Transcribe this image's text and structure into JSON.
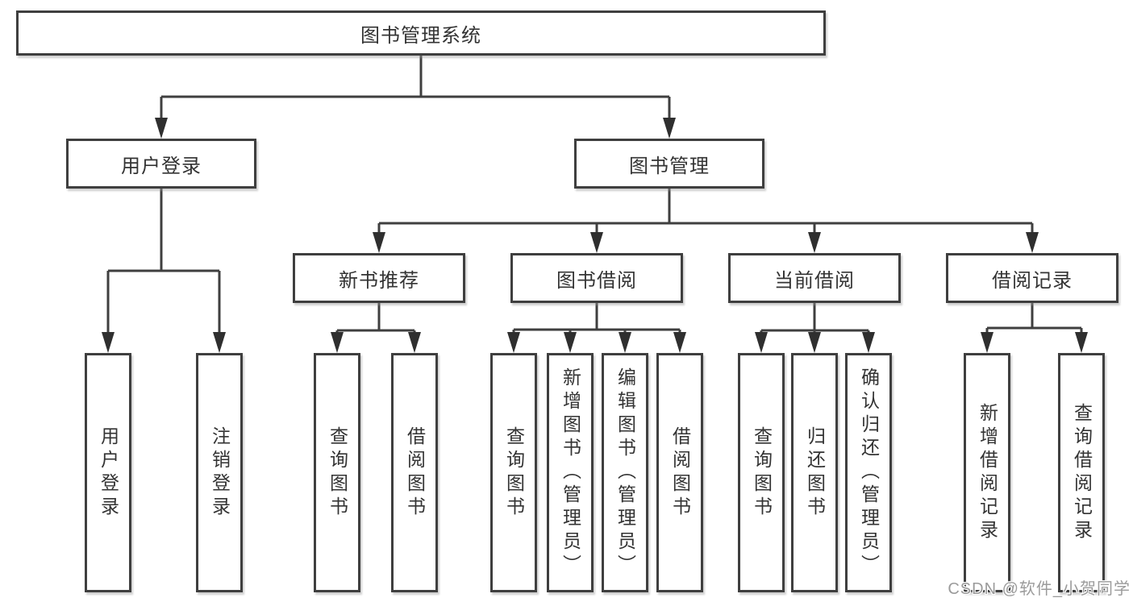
{
  "diagram": {
    "root": {
      "label": "图书管理系统"
    },
    "branches": [
      {
        "label": "用户登录",
        "children": [
          {
            "label": "用户登录"
          },
          {
            "label": "注销登录"
          }
        ]
      },
      {
        "label": "图书管理",
        "sections": [
          {
            "label": "新书推荐",
            "children": [
              {
                "label": "查询图书"
              },
              {
                "label": "借阅图书"
              }
            ]
          },
          {
            "label": "图书借阅",
            "children": [
              {
                "label": "查询图书"
              },
              {
                "label": "新增图书（管理员）"
              },
              {
                "label": "编辑图书（管理员）"
              },
              {
                "label": "借阅图书"
              }
            ]
          },
          {
            "label": "当前借阅",
            "children": [
              {
                "label": "查询图书"
              },
              {
                "label": "归还图书"
              },
              {
                "label": "确认归还（管理员）"
              }
            ]
          },
          {
            "label": "借阅记录",
            "children": [
              {
                "label": "新增借阅记录"
              },
              {
                "label": "查询借阅记录"
              }
            ]
          }
        ]
      }
    ],
    "watermark": "CSDN @软件_小贺同学",
    "colors": {
      "line": "#3f3f3f",
      "arrow": "#2f2f2f",
      "border": "#3f3f3f",
      "text": "#333333",
      "background": "#ffffff",
      "watermark": "#9b9b9b"
    }
  }
}
